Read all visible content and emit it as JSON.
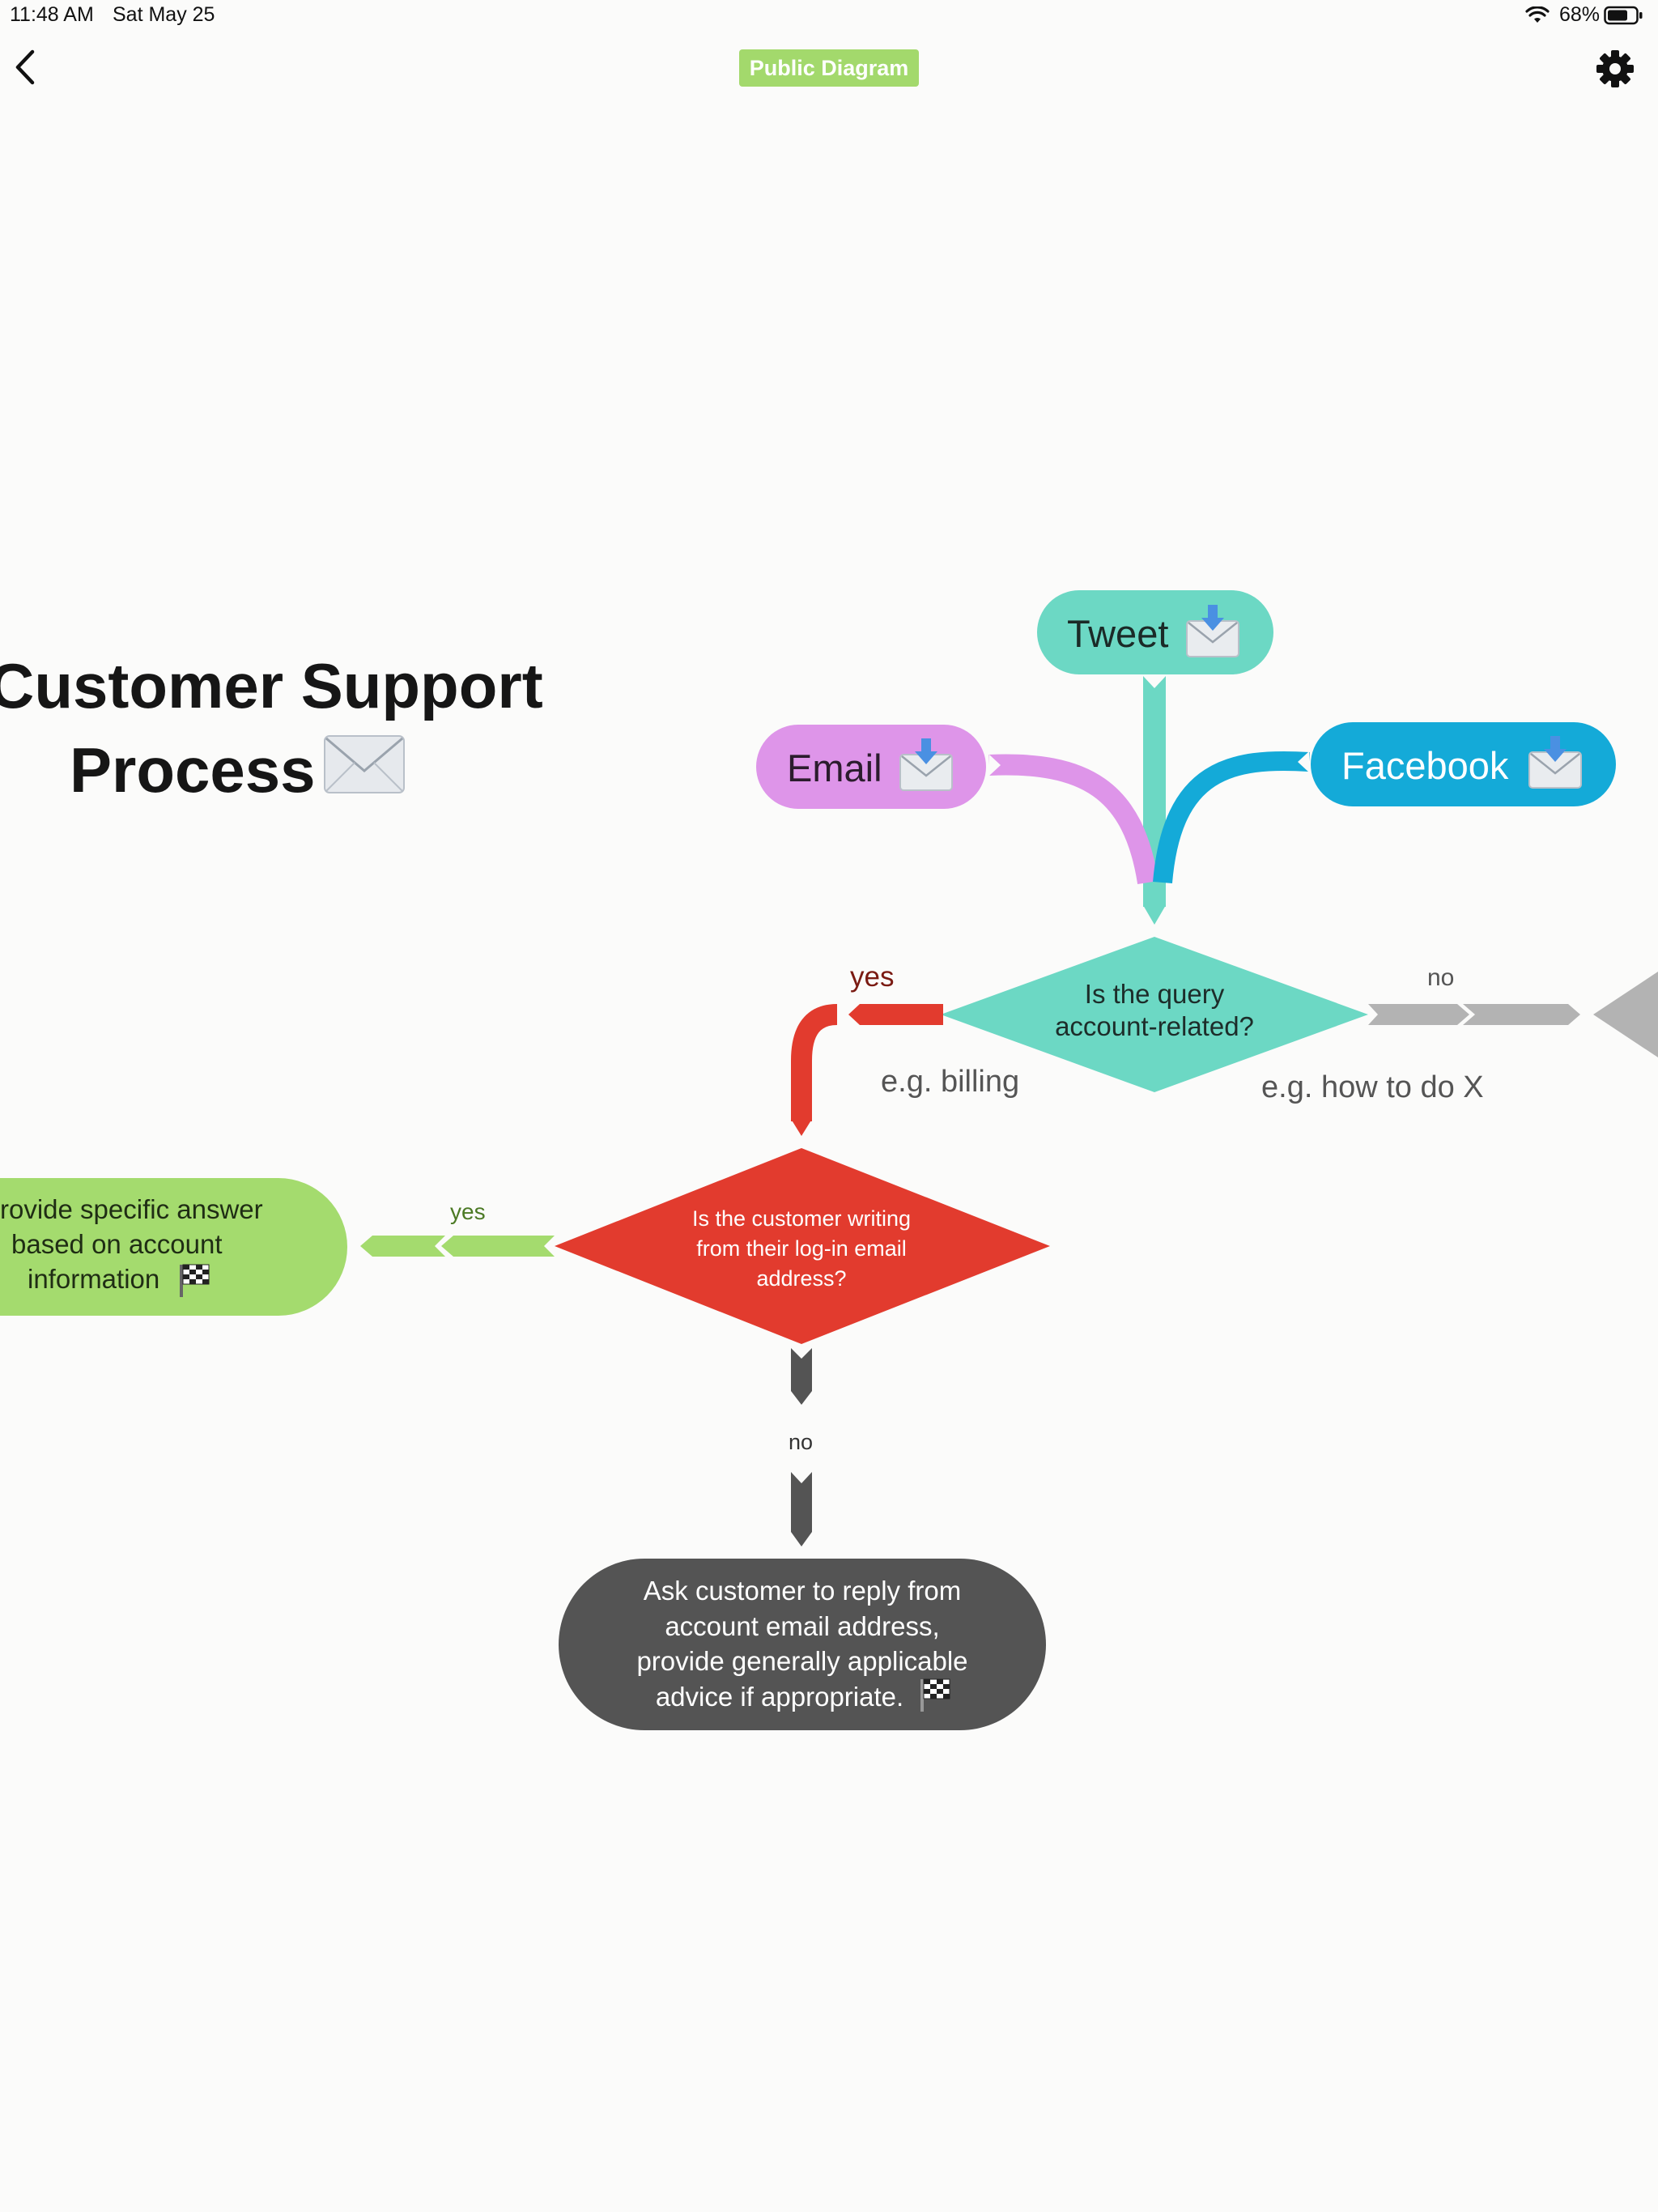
{
  "status_bar": {
    "time": "11:48 AM",
    "date": "Sat May 25",
    "battery_percent": "68%"
  },
  "nav": {
    "title": "Public Diagram"
  },
  "diagram": {
    "title_line1": "Customer Support",
    "title_line2": "Process",
    "sources": {
      "tweet": "Tweet",
      "email": "Email",
      "facebook": "Facebook"
    },
    "decision1": {
      "line1": "Is the query",
      "line2": "account-related?"
    },
    "decision1_yes": "yes",
    "decision1_no": "no",
    "note_billing": "e.g. billing",
    "note_howto": "e.g. how to do X",
    "decision2": {
      "line1": "Is the customer writing",
      "line2": "from their log-in email",
      "line3": "address?"
    },
    "decision2_yes": "yes",
    "decision2_no": "no",
    "end_green": {
      "line1": "rovide specific answer",
      "line2": "based on account",
      "line3": "information"
    },
    "end_gray": {
      "line1": "Ask customer to reply from",
      "line2": "account email address,",
      "line3": "provide generally applicable",
      "line4": "advice if appropriate."
    }
  },
  "colors": {
    "teal": "#6cd8c4",
    "pink": "#de95e9",
    "blue": "#14aad8",
    "red": "#e23b2e",
    "green": "#a4db6e",
    "dark_gray": "#545454",
    "light_gray": "#b3b3b3",
    "badge_green": "#a3d96c"
  },
  "icons": [
    "wifi-icon",
    "battery-icon",
    "back-chevron-icon",
    "gear-icon",
    "incoming-envelope-icon",
    "envelope-icon",
    "checkered-flag-icon"
  ]
}
